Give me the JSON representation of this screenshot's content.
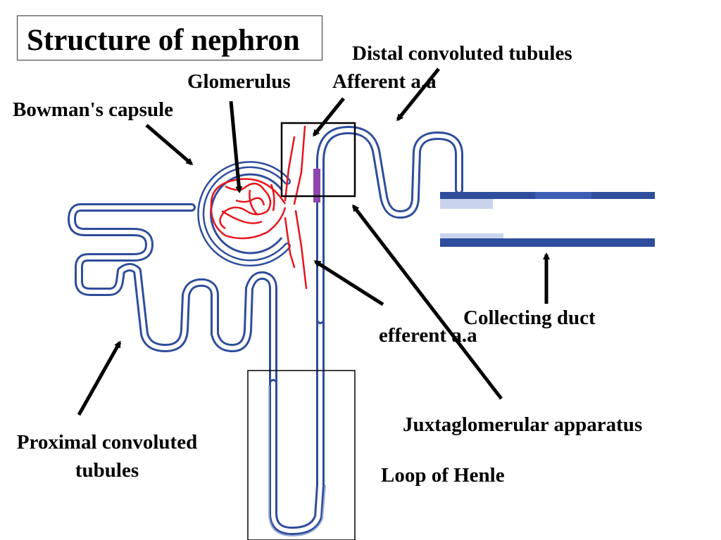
{
  "title": "Structure of nephron",
  "labels": {
    "distal": "Distal convoluted tubules",
    "glomerulus": "Glomerulus",
    "afferent": "Afferent a.a",
    "bowman": "Bowman's capsule",
    "collecting": "Collecting duct",
    "efferent": "efferent a.a",
    "jga": "Juxtaglomerular apparatus",
    "proximal_line1": "Proximal convoluted",
    "proximal_line2": "tubules",
    "henle": "Loop of Henle"
  },
  "colors": {
    "tubule": "#2e4d9c",
    "tubule_light": "#9fb0d8",
    "vessel": "#e8141c",
    "jga_patch": "#8e44ad",
    "arrow": "#000000"
  }
}
